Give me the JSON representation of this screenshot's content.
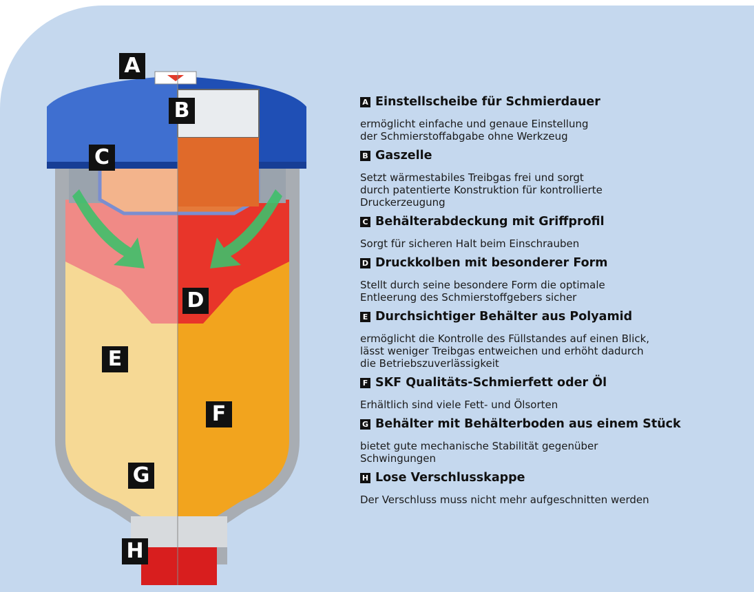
{
  "labels": {
    "a": "A",
    "b": "B",
    "c": "C",
    "d": "D",
    "e": "E",
    "f": "F",
    "g": "G",
    "h": "H"
  },
  "legend": [
    {
      "letter": "A",
      "title": "Einstellscheibe für Schmierdauer",
      "lines": [
        "ermöglicht einfache und genaue Einstellung",
        "der Schmierstoffabgabe ohne Werkzeug"
      ]
    },
    {
      "letter": "B",
      "title": "Gaszelle",
      "lines": [
        "Setzt wärmestabiles Treibgas frei und sorgt",
        "durch patentierte Konstruktion für kontrollierte",
        "Druckerzeugung"
      ]
    },
    {
      "letter": "C",
      "title": "Behälterabdeckung mit Griffprofil",
      "lines": [
        "Sorgt für sicheren Halt beim Einschrauben"
      ]
    },
    {
      "letter": "D",
      "title": "Druckkolben mit besonderer Form",
      "lines": [
        "Stellt durch seine besondere Form die optimale",
        "Entleerung des Schmierstoffgebers sicher"
      ]
    },
    {
      "letter": "E",
      "title": "Durchsichtiger Behälter aus Polyamid",
      "lines": [
        "ermöglicht die Kontrolle des Füllstandes auf einen Blick,",
        "lässt weniger Treibgas entweichen und erhöht dadurch",
        "die Betriebszuverlässigkeit"
      ]
    },
    {
      "letter": "F",
      "title": "SKF Qualitäts-Schmierfett oder Öl",
      "lines": [
        "Erhältlich sind viele Fett- und Ölsorten"
      ]
    },
    {
      "letter": "G",
      "title": "Behälter mit Behälterboden aus einem Stück",
      "lines": [
        "bietet gute mechanische Stabilität gegenüber",
        "Schwingungen"
      ]
    },
    {
      "letter": "H",
      "title": "Lose Verschlusskappe",
      "lines": [
        "Der Verschluss muss nicht mehr aufgeschnitten werden"
      ]
    }
  ],
  "colors": {
    "panel": "#c5d8ee",
    "cap_blue": "#1f4fb5",
    "container_grey": "#a8adb3",
    "grease_light": "#f6d995",
    "grease_orange": "#f2a41e",
    "piston_red": "#e8352a",
    "arrow_green": "#3fbf6a",
    "cell_orange": "#e57a3a",
    "closure_red": "#d81e1e"
  }
}
